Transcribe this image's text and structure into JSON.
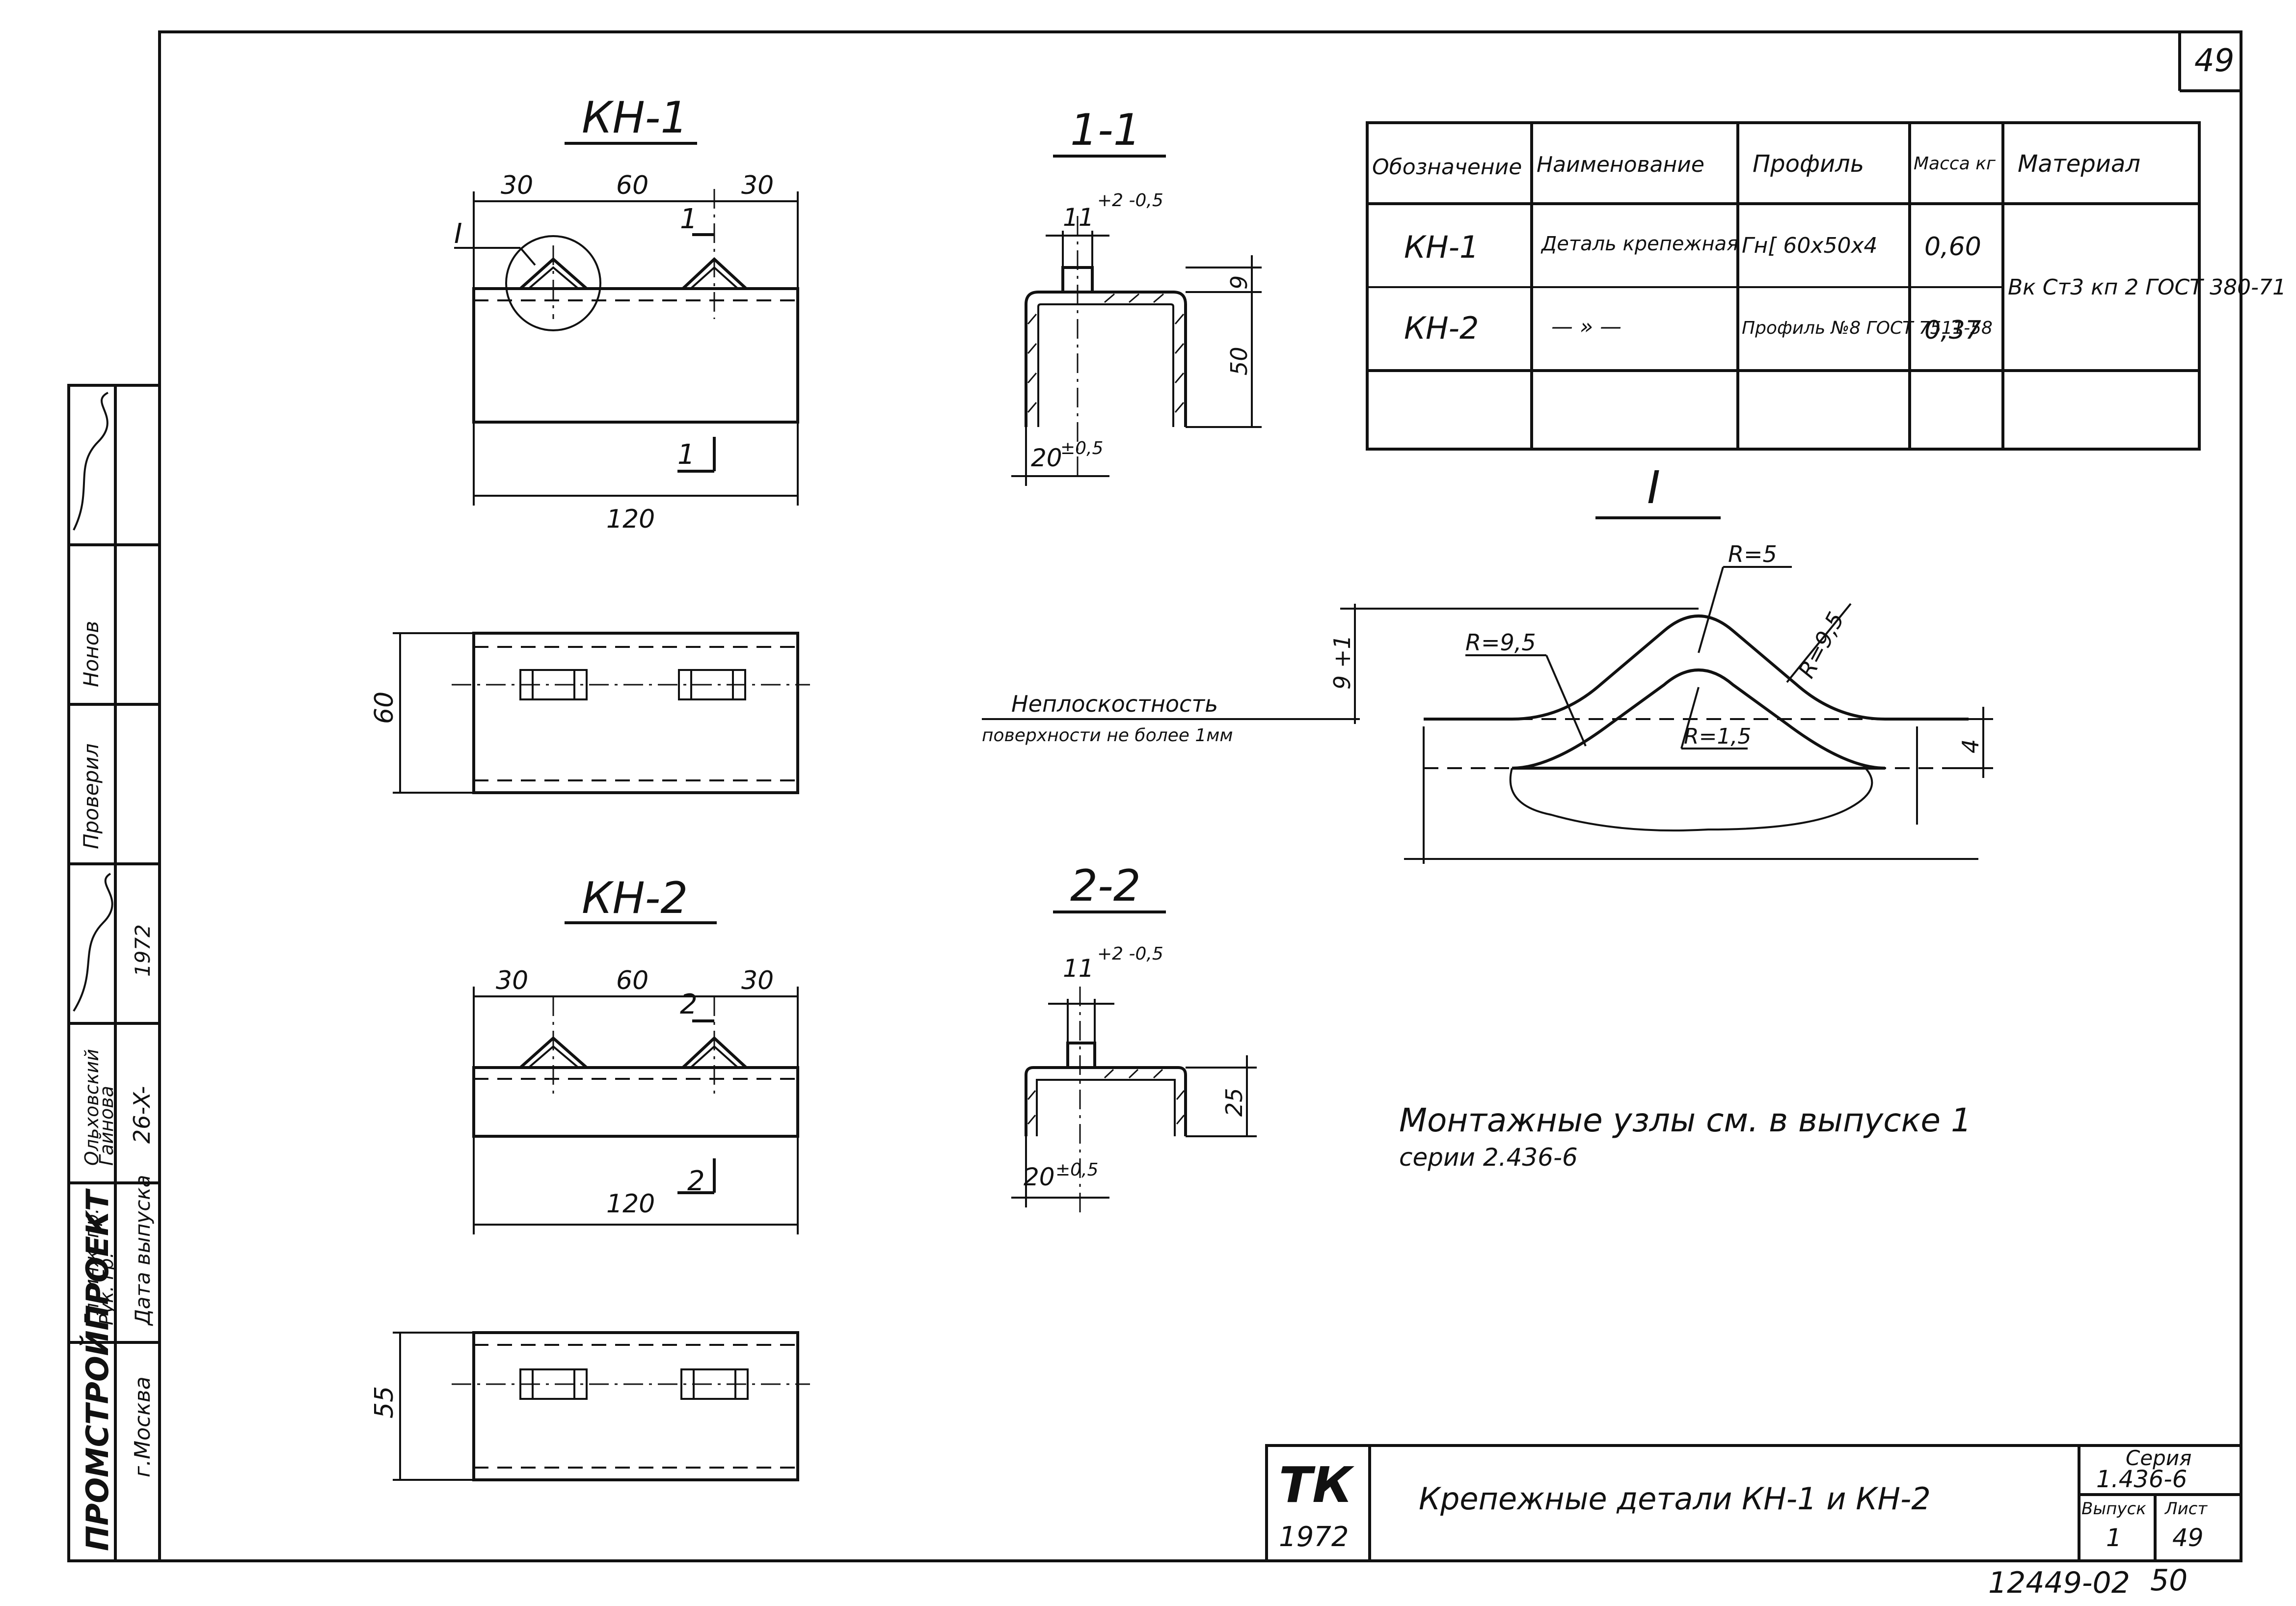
{
  "sheet": {
    "number_top": "49",
    "bottom_number": "12449-02",
    "bottom_page": "50"
  },
  "views": {
    "kn1_title": "КН-1",
    "kn2_title": "КН-2",
    "section_1_title": "1-1",
    "section_2_title": "2-2",
    "detail_title": "I"
  },
  "dims": {
    "d30": "30",
    "d60": "60",
    "d120": "120",
    "d55": "55",
    "d50": "50",
    "d25": "25",
    "d9": "9",
    "d4": "4",
    "d9p1": "9 +1",
    "d11": "11",
    "d11tol": "+2 -0,5",
    "d20": "20",
    "d20tol": "±0,5",
    "mark_I": "I",
    "mark_1": "1",
    "mark_2": "2",
    "r5": "R=5",
    "r95": "R=9,5",
    "r15": "R=1,5"
  },
  "table": {
    "headers": [
      "Обозначение",
      "Наименование",
      "Профиль",
      "Масса кг",
      "Материал"
    ],
    "rows": [
      [
        "КН-1",
        "Деталь крепежная",
        "Гн[ 60x50x4",
        "0,60",
        "Вк Ст3 кп 2 ГОСТ 380-71"
      ],
      [
        "КН-2",
        "— » —",
        "Профиль №8 ГОСТ 7511-58",
        "0,37",
        ""
      ]
    ]
  },
  "notes": {
    "flatness_1": "Неплоскостность",
    "flatness_2": "поверхности не более 1мм",
    "mount_1": "Монтажные узлы см. в выпуске 1",
    "mount_2": "серии 2.436-6"
  },
  "title_block": {
    "tk": "ТК",
    "year": "1972",
    "title": "Крепежные детали КН-1 и КН-2",
    "series_label": "Серия",
    "series_value": "1.436-6",
    "issue_label": "Выпуск",
    "issue_value": "1",
    "sheet_label": "Лист",
    "sheet_value": "49"
  },
  "side_stamp": {
    "org": "ПРОМСТРОЙПРОЕКТ",
    "city": "г.Москва",
    "role_1": "Гл. инж. пр.",
    "role_2": "Рук. гр.",
    "name_1": "Ольховский",
    "name_2": "Гайнова",
    "checked": "Проверил",
    "checked_name": "Нонов",
    "date_label": "Дата выпуска",
    "date_code": "26-X-",
    "date_year": "1972"
  }
}
